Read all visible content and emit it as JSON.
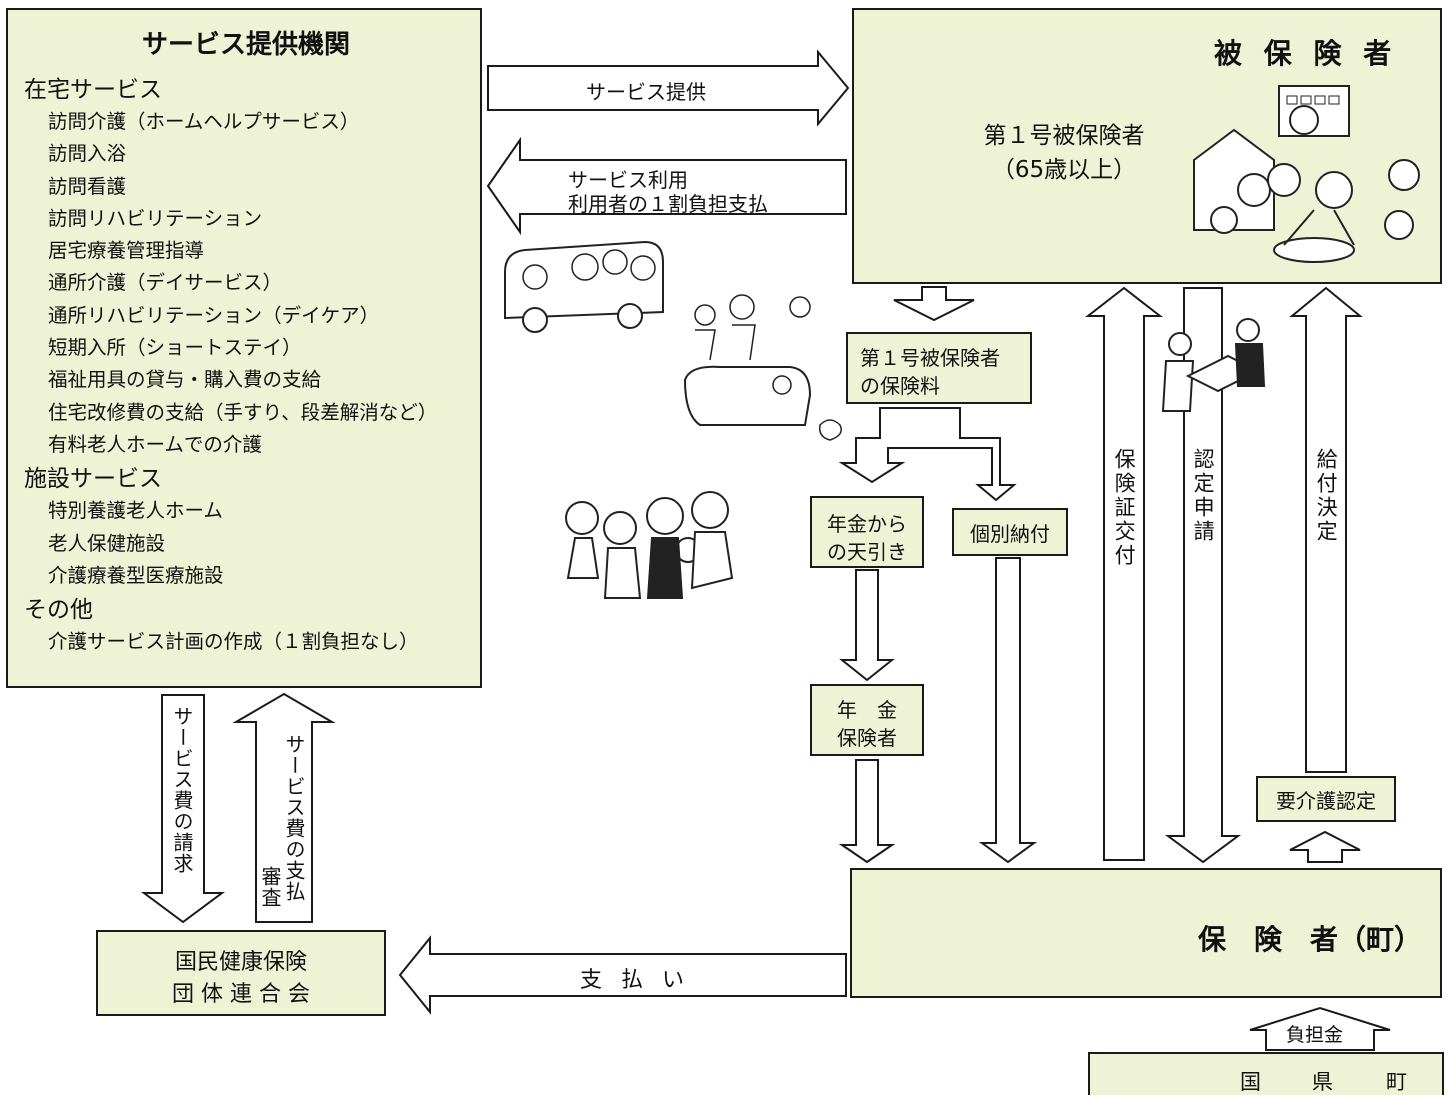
{
  "provider": {
    "title": "サービス提供機関",
    "sections": [
      {
        "heading": "在宅サービス",
        "items": [
          "訪問介護（ホームヘルプサービス）",
          "訪問入浴",
          "訪問看護",
          "訪問リハビリテーション",
          "居宅療養管理指導",
          "通所介護（デイサービス）",
          "通所リハビリテーション（デイケア）",
          "短期入所（ショートステイ）",
          "福祉用具の貸与・購入費の支給",
          "住宅改修費の支給（手すり、段差解消など）",
          "有料老人ホームでの介護"
        ]
      },
      {
        "heading": "施設サービス",
        "items": [
          "特別養護老人ホーム",
          "老人保健施設",
          "介護療養型医療施設"
        ]
      },
      {
        "heading": "その他",
        "items": [
          "介護サービス計画の作成（１割負担なし）"
        ]
      }
    ]
  },
  "insured": {
    "title": "被 保 険 者",
    "line1": "第１号被保険者",
    "line2": "（65歳以上）"
  },
  "flows": {
    "service_provision": "サービス提供",
    "service_use_line1": "サービス利用",
    "service_use_line2": "利用者の１割負担支払",
    "service_fee_claim": "サービス費の請求",
    "service_fee_payment_line1": "サービス費の支払",
    "service_fee_payment_line2": "審査",
    "payment": "支 払 い",
    "insurance_card": "保険証交付",
    "certification_request": "認定申請",
    "benefit_decision": "給付決定",
    "burden": "負担金"
  },
  "boxes": {
    "premium_line1": "第１号被保険者",
    "premium_line2": "の保険料",
    "pension_deduction_line1": "年金から",
    "pension_deduction_line2": "の天引き",
    "individual_payment": "個別納付",
    "pension_insurer_line1": "年　金",
    "pension_insurer_line2": "保険者",
    "care_certification": "要介護認定",
    "federation_line1": "国民健康保険",
    "federation_line2": "団 体 連 合 会",
    "insurer": "保　険　者（町）",
    "gov_1": "国",
    "gov_2": "県",
    "gov_3": "町"
  }
}
